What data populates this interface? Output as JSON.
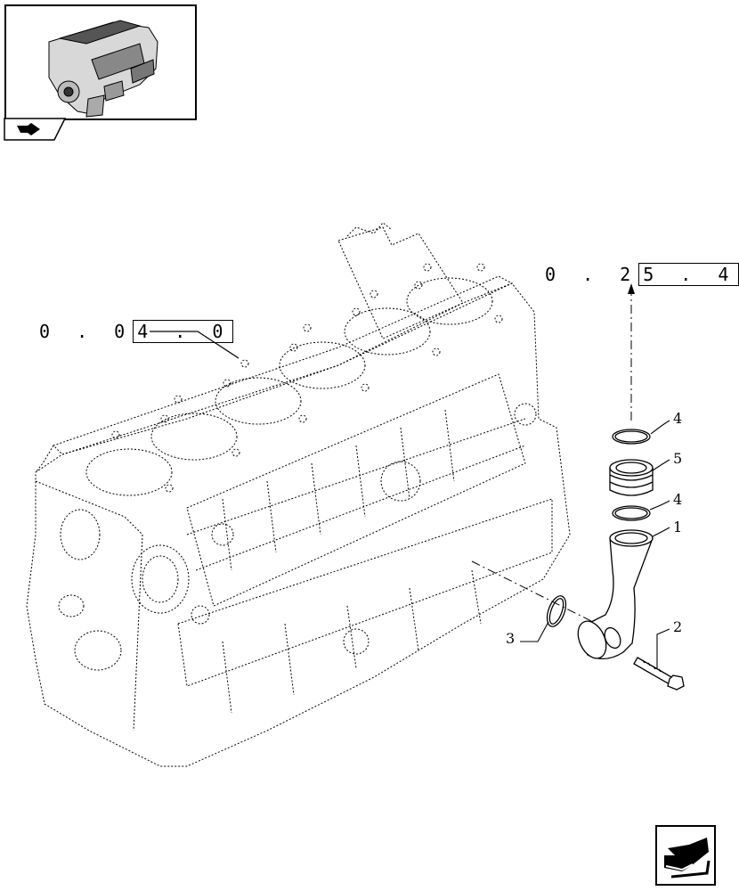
{
  "references": {
    "block_ref": {
      "prefix": "0 . 0",
      "boxed": "4 . 0"
    },
    "cooler_ref": {
      "prefix": "0 . 2",
      "boxed": "5 . 4"
    }
  },
  "callouts": {
    "c4_top": "4",
    "c5": "5",
    "c4_mid": "4",
    "c1": "1",
    "c2": "2",
    "c3": "3"
  },
  "icons": {
    "thumbnail": "engine-thumbnail-icon",
    "section": "section-arrow-icon",
    "nav": "next-page-arrow-icon"
  }
}
